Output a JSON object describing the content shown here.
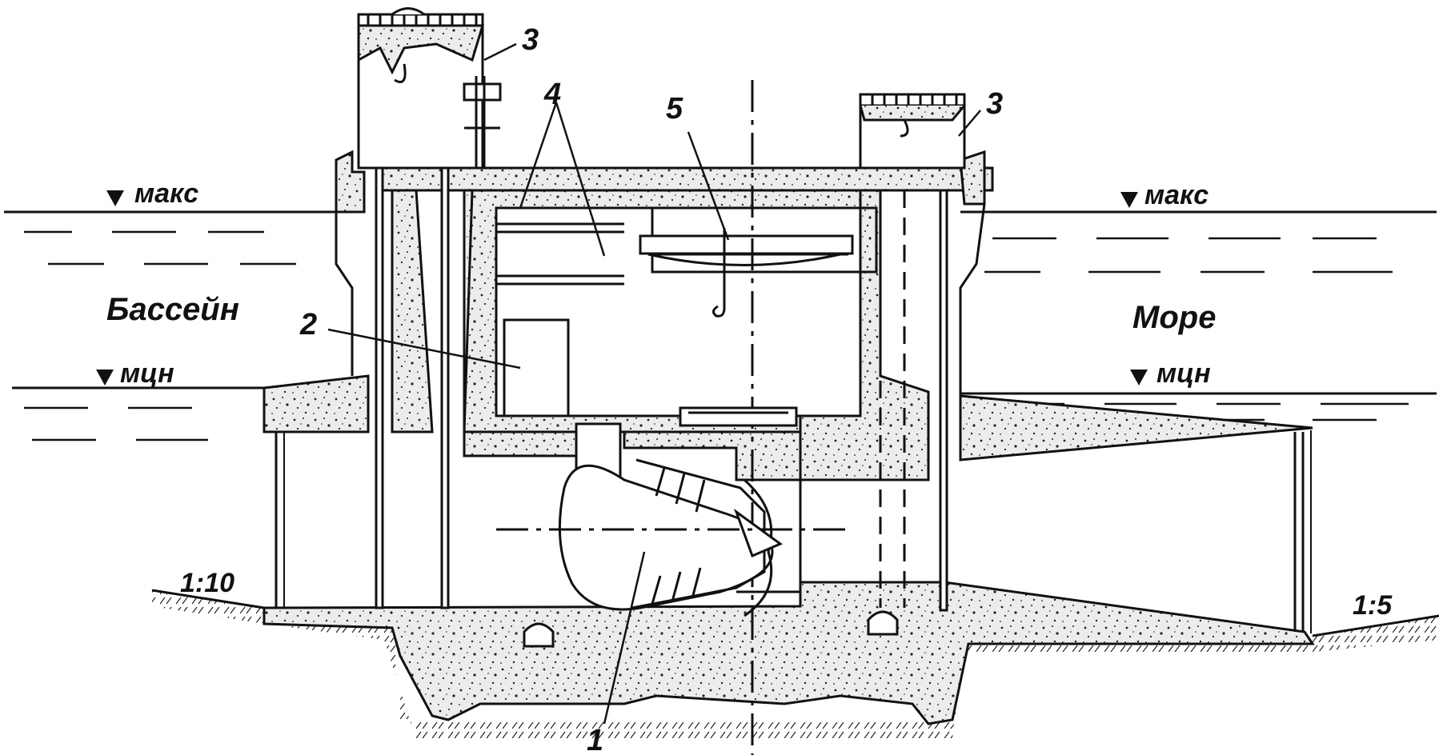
{
  "labels": {
    "basin": "Бассейн",
    "sea": "Море",
    "max_left": "макс",
    "min_left": "мцн",
    "max_right": "макс",
    "min_right": "мцн",
    "slope_left": "1:10",
    "slope_right": "1:5"
  },
  "callouts": {
    "c1": "1",
    "c2": "2",
    "c3a": "3",
    "c3b": "3",
    "c4": "4",
    "c5": "5"
  },
  "colors": {
    "ink": "#111111",
    "concrete": "#e9e9e9"
  }
}
